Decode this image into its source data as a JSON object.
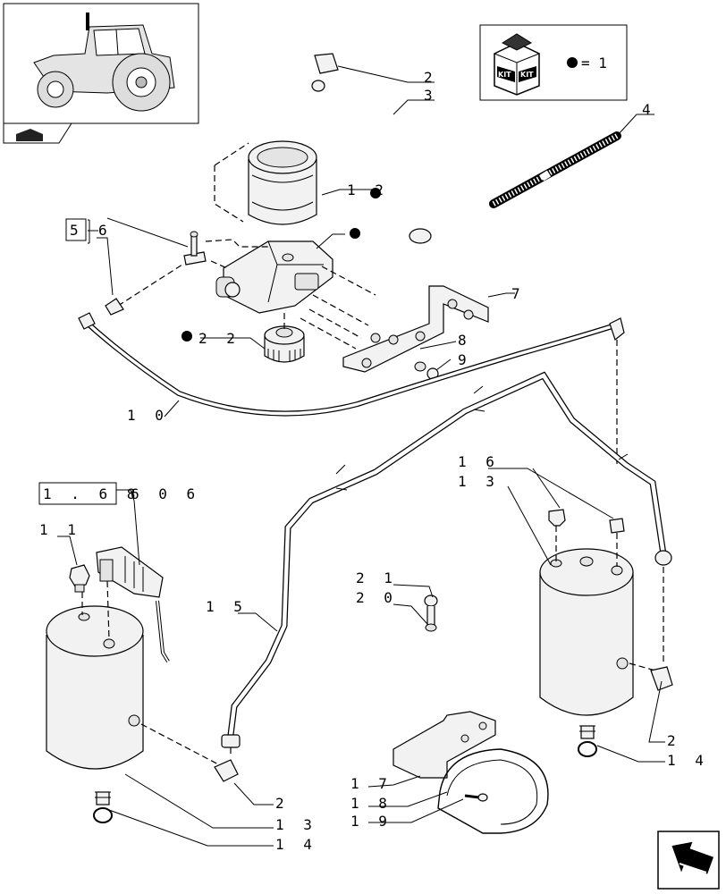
{
  "kit_legend": {
    "kit_text_left": "KIT",
    "kit_text_right": "KIT",
    "eq_text": "= 1"
  },
  "callouts": [
    {
      "id": "c-2-top",
      "text": "2"
    },
    {
      "id": "c-3",
      "text": "3"
    },
    {
      "id": "c-4",
      "text": "4"
    },
    {
      "id": "c-12",
      "text": "1 2"
    },
    {
      "id": "c-5",
      "text": "5"
    },
    {
      "id": "c-6",
      "text": "6"
    },
    {
      "id": "c-7",
      "text": "7"
    },
    {
      "id": "c-8",
      "text": "8"
    },
    {
      "id": "c-9",
      "text": "9"
    },
    {
      "id": "c-22",
      "text": "2 2"
    },
    {
      "id": "c-10",
      "text": "1 0"
    },
    {
      "id": "c-16",
      "text": "1 6"
    },
    {
      "id": "c-13-right",
      "text": "1 3"
    },
    {
      "id": "c-ref",
      "text": "1 . 6 8"
    },
    {
      "id": "c-ref2",
      "text": "6   0 6"
    },
    {
      "id": "c-11",
      "text": "1 1"
    },
    {
      "id": "c-21",
      "text": "2 1"
    },
    {
      "id": "c-20",
      "text": "2 0"
    },
    {
      "id": "c-15",
      "text": "1 5"
    },
    {
      "id": "c-2-right",
      "text": "2"
    },
    {
      "id": "c-14-right",
      "text": "1 4"
    },
    {
      "id": "c-17",
      "text": "1 7"
    },
    {
      "id": "c-18",
      "text": "1 8"
    },
    {
      "id": "c-19",
      "text": "1 9"
    },
    {
      "id": "c-2-bottom",
      "text": "2"
    },
    {
      "id": "c-13-bottom",
      "text": "1 3"
    },
    {
      "id": "c-14-bottom",
      "text": "1 4"
    }
  ]
}
